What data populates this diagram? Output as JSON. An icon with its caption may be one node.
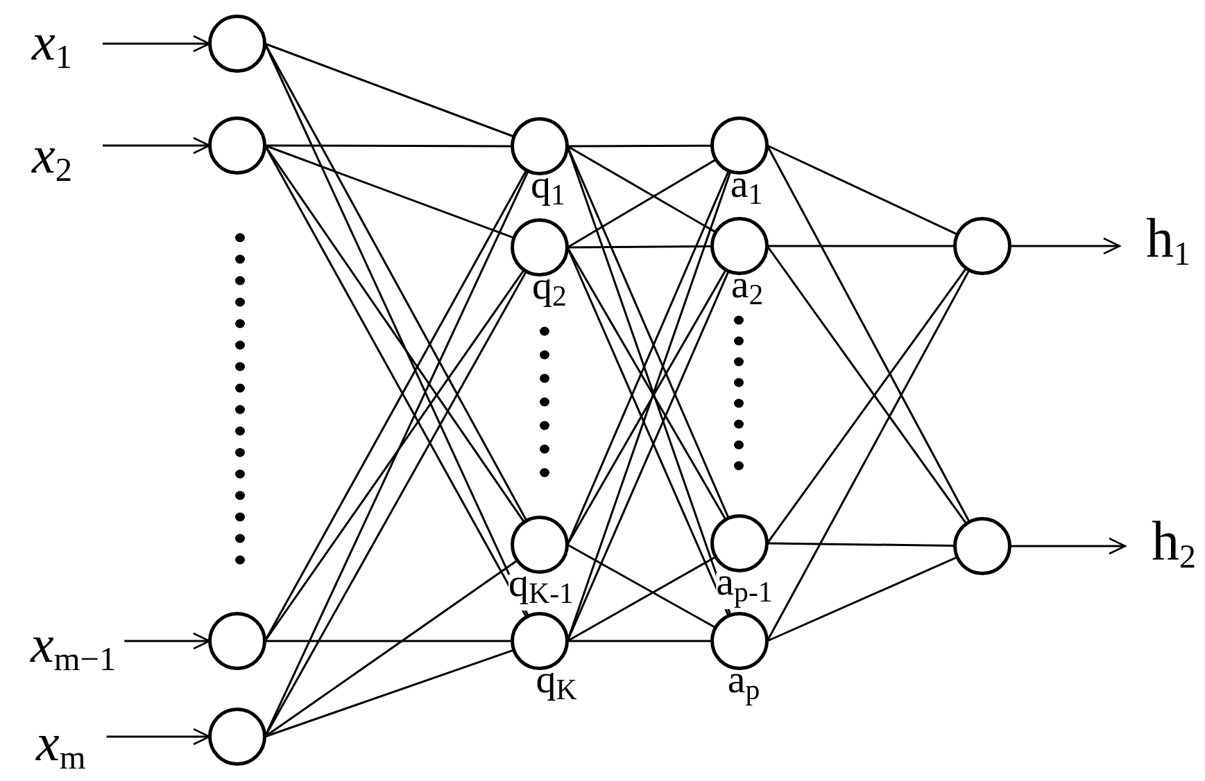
{
  "diagram": {
    "nodes": [
      {
        "text": [
          "*x*$_{1}$"
        ]
      },
      {
        "text": [
          "*x*$_{2}$"
        ]
      },
      {
        "text": [
          "*x*$_{m−1}$"
        ]
      },
      {
        "text": [
          "*x*$_{m}$"
        ]
      },
      {
        "text": [],
        "shape": "circle"
      },
      {
        "text": [],
        "shape": "circle"
      },
      {
        "text": [],
        "shape": "circle"
      },
      {
        "text": [],
        "shape": "circle"
      },
      {
        "text": [],
        "shape": "circle",
        "beside": [
          "q$_{1}$"
        ]
      },
      {
        "text": [],
        "shape": "circle",
        "beside": [
          "q$_{2}$"
        ]
      },
      {
        "text": [],
        "shape": "circle",
        "beside": [
          "q$_{K-1}$"
        ]
      },
      {
        "text": [],
        "shape": "circle",
        "beside": [
          "q$_{K}$"
        ]
      },
      {
        "text": [],
        "shape": "circle",
        "beside": [
          "a$_{1}$"
        ]
      },
      {
        "text": [],
        "shape": "circle",
        "beside": [
          "a$_{2}$"
        ]
      },
      {
        "text": [],
        "shape": "circle",
        "beside": [
          "a$_{p-1}$"
        ]
      },
      {
        "text": [],
        "shape": "circle",
        "beside": [
          "a$_{p}$"
        ]
      },
      {
        "text": [],
        "shape": "circle"
      },
      {
        "text": [],
        "shape": "circle"
      },
      {
        "text": [
          "h$_{1}$"
        ]
      },
      {
        "text": [
          "h$_{2}$"
        ]
      }
    ],
    "edges": [
      {
        "from": 0,
        "to": 4,
        "arrow": "to"
      },
      {
        "from": 1,
        "to": 5,
        "arrow": "to"
      },
      {
        "from": 2,
        "to": 6,
        "arrow": "to"
      },
      {
        "from": 3,
        "to": 7,
        "arrow": "to"
      },
      {
        "from": 4,
        "to": 8,
        "arrow": "none"
      },
      {
        "from": 4,
        "to": 10,
        "arrow": "none"
      },
      {
        "from": 4,
        "to": 11,
        "arrow": "none"
      },
      {
        "from": 5,
        "to": 8,
        "arrow": "none"
      },
      {
        "from": 5,
        "to": 9,
        "arrow": "none"
      },
      {
        "from": 5,
        "to": 10,
        "arrow": "none"
      },
      {
        "from": 5,
        "to": 11,
        "arrow": "none"
      },
      {
        "from": 6,
        "to": 8,
        "arrow": "none"
      },
      {
        "from": 6,
        "to": 9,
        "arrow": "none"
      },
      {
        "from": 6,
        "to": 11,
        "arrow": "none"
      },
      {
        "from": 7,
        "to": 8,
        "arrow": "none"
      },
      {
        "from": 7,
        "to": 9,
        "arrow": "none"
      },
      {
        "from": 7,
        "to": 10,
        "arrow": "none"
      },
      {
        "from": 7,
        "to": 11,
        "arrow": "none"
      },
      {
        "from": 8,
        "to": 12,
        "arrow": "none"
      },
      {
        "from": 8,
        "to": 13,
        "arrow": "none"
      },
      {
        "from": 8,
        "to": 14,
        "arrow": "none"
      },
      {
        "from": 8,
        "to": 15,
        "arrow": "none"
      },
      {
        "from": 9,
        "to": 12,
        "arrow": "none"
      },
      {
        "from": 9,
        "to": 13,
        "arrow": "none"
      },
      {
        "from": 9,
        "to": 14,
        "arrow": "none"
      },
      {
        "from": 9,
        "to": 15,
        "arrow": "none"
      },
      {
        "from": 10,
        "to": 12,
        "arrow": "none"
      },
      {
        "from": 10,
        "to": 13,
        "arrow": "none"
      },
      {
        "from": 10,
        "to": 15,
        "arrow": "none"
      },
      {
        "from": 11,
        "to": 12,
        "arrow": "none"
      },
      {
        "from": 11,
        "to": 13,
        "arrow": "none"
      },
      {
        "from": 11,
        "to": 14,
        "arrow": "none"
      },
      {
        "from": 11,
        "to": 15,
        "arrow": "none"
      },
      {
        "from": 12,
        "to": 16,
        "arrow": "none"
      },
      {
        "from": 12,
        "to": 17,
        "arrow": "none"
      },
      {
        "from": 13,
        "to": 16,
        "arrow": "none"
      },
      {
        "from": 13,
        "to": 17,
        "arrow": "none"
      },
      {
        "from": 14,
        "to": 16,
        "arrow": "none"
      },
      {
        "from": 14,
        "to": 17,
        "arrow": "none"
      },
      {
        "from": 15,
        "to": 16,
        "arrow": "none"
      },
      {
        "from": 15,
        "to": 17,
        "arrow": "none"
      },
      {
        "from": 16,
        "to": 18,
        "arrow": "to"
      },
      {
        "from": 17,
        "to": 19,
        "arrow": "to"
      }
    ]
  }
}
